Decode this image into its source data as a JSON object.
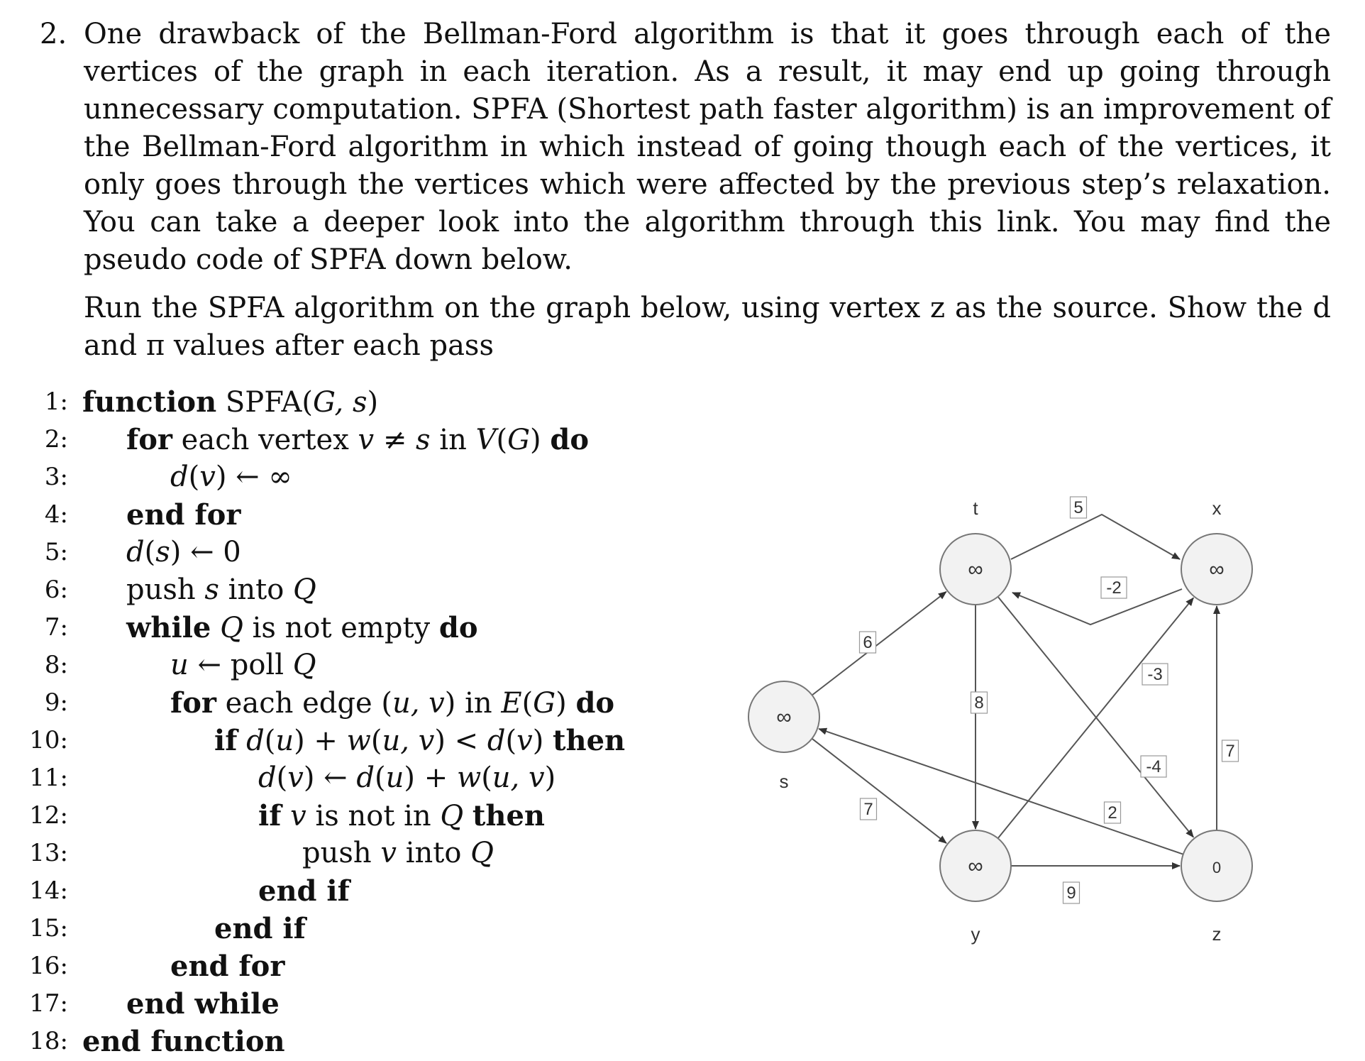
{
  "problem": {
    "number": "2.",
    "paragraph1": "One drawback of the Bellman-Ford algorithm is that it goes through each of the vertices of the graph in each iteration. As a result, it may end up going through unnecessary computation. SPFA (Shortest path faster algorithm) is an improvement of the Bellman-Ford algorithm in which instead of going though each of the vertices, it only goes through the vertices which were affected by the previous step’s relaxation. You can take a deeper look into the algorithm through this link. You may find the pseudo code of SPFA down below.",
    "paragraph2": "Run the SPFA algorithm on the graph below, using vertex z as the source. Show the d and π values after each pass"
  },
  "algorithm": {
    "line_numbers": [
      "1:",
      "2:",
      "3:",
      "4:",
      "5:",
      "6:",
      "7:",
      "8:",
      "9:",
      "10:",
      "11:",
      "12:",
      "13:",
      "14:",
      "15:",
      "16:",
      "17:",
      "18:"
    ],
    "lines": [
      {
        "parts": [
          {
            "t": "function",
            "s": "kw"
          },
          {
            "t": " SPFA(",
            "s": ""
          },
          {
            "t": "G, s",
            "s": "math"
          },
          {
            "t": ")",
            "s": ""
          }
        ]
      },
      {
        "parts": [
          {
            "t": "for",
            "s": "kw"
          },
          {
            "t": " each vertex ",
            "s": ""
          },
          {
            "t": "v ≠ s",
            "s": "math"
          },
          {
            "t": " in ",
            "s": ""
          },
          {
            "t": "V",
            "s": "math"
          },
          {
            "t": "(",
            "s": ""
          },
          {
            "t": "G",
            "s": "math"
          },
          {
            "t": ") ",
            "s": ""
          },
          {
            "t": "do",
            "s": "kw"
          }
        ]
      },
      {
        "parts": [
          {
            "t": "d",
            "s": "math"
          },
          {
            "t": "(",
            "s": ""
          },
          {
            "t": "v",
            "s": "math"
          },
          {
            "t": ") ← ∞",
            "s": ""
          }
        ]
      },
      {
        "parts": [
          {
            "t": "end for",
            "s": "kw"
          }
        ]
      },
      {
        "parts": [
          {
            "t": "d",
            "s": "math"
          },
          {
            "t": "(",
            "s": ""
          },
          {
            "t": "s",
            "s": "math"
          },
          {
            "t": ") ← 0",
            "s": ""
          }
        ]
      },
      {
        "parts": [
          {
            "t": "push ",
            "s": ""
          },
          {
            "t": "s",
            "s": "math"
          },
          {
            "t": " into ",
            "s": ""
          },
          {
            "t": "Q",
            "s": "math"
          }
        ]
      },
      {
        "parts": [
          {
            "t": "while",
            "s": "kw"
          },
          {
            "t": " ",
            "s": ""
          },
          {
            "t": "Q",
            "s": "math"
          },
          {
            "t": " is not empty ",
            "s": ""
          },
          {
            "t": "do",
            "s": "kw"
          }
        ]
      },
      {
        "parts": [
          {
            "t": "u",
            "s": "math"
          },
          {
            "t": " ← poll ",
            "s": ""
          },
          {
            "t": "Q",
            "s": "math"
          }
        ]
      },
      {
        "parts": [
          {
            "t": "for",
            "s": "kw"
          },
          {
            "t": " each edge (",
            "s": ""
          },
          {
            "t": "u, v",
            "s": "math"
          },
          {
            "t": ") in ",
            "s": ""
          },
          {
            "t": "E",
            "s": "math"
          },
          {
            "t": "(",
            "s": ""
          },
          {
            "t": "G",
            "s": "math"
          },
          {
            "t": ") ",
            "s": ""
          },
          {
            "t": "do",
            "s": "kw"
          }
        ]
      },
      {
        "parts": [
          {
            "t": "if",
            "s": "kw"
          },
          {
            "t": " ",
            "s": ""
          },
          {
            "t": "d",
            "s": "math"
          },
          {
            "t": "(",
            "s": ""
          },
          {
            "t": "u",
            "s": "math"
          },
          {
            "t": ") + ",
            "s": ""
          },
          {
            "t": "w",
            "s": "math"
          },
          {
            "t": "(",
            "s": ""
          },
          {
            "t": "u, v",
            "s": "math"
          },
          {
            "t": ") < ",
            "s": ""
          },
          {
            "t": "d",
            "s": "math"
          },
          {
            "t": "(",
            "s": ""
          },
          {
            "t": "v",
            "s": "math"
          },
          {
            "t": ") ",
            "s": ""
          },
          {
            "t": "then",
            "s": "kw"
          }
        ]
      },
      {
        "parts": [
          {
            "t": "d",
            "s": "math"
          },
          {
            "t": "(",
            "s": ""
          },
          {
            "t": "v",
            "s": "math"
          },
          {
            "t": ") ← ",
            "s": ""
          },
          {
            "t": "d",
            "s": "math"
          },
          {
            "t": "(",
            "s": ""
          },
          {
            "t": "u",
            "s": "math"
          },
          {
            "t": ") + ",
            "s": ""
          },
          {
            "t": "w",
            "s": "math"
          },
          {
            "t": "(",
            "s": ""
          },
          {
            "t": "u, v",
            "s": "math"
          },
          {
            "t": ")",
            "s": ""
          }
        ]
      },
      {
        "parts": [
          {
            "t": "if",
            "s": "kw"
          },
          {
            "t": " ",
            "s": ""
          },
          {
            "t": "v",
            "s": "math"
          },
          {
            "t": " is not in ",
            "s": ""
          },
          {
            "t": "Q",
            "s": "math"
          },
          {
            "t": " ",
            "s": ""
          },
          {
            "t": "then",
            "s": "kw"
          }
        ]
      },
      {
        "parts": [
          {
            "t": "push ",
            "s": ""
          },
          {
            "t": "v",
            "s": "math"
          },
          {
            "t": " into ",
            "s": ""
          },
          {
            "t": "Q",
            "s": "math"
          }
        ]
      },
      {
        "parts": [
          {
            "t": "end if",
            "s": "kw"
          }
        ]
      },
      {
        "parts": [
          {
            "t": "end if",
            "s": "kw"
          }
        ]
      },
      {
        "parts": [
          {
            "t": "end for",
            "s": "kw"
          }
        ]
      },
      {
        "parts": [
          {
            "t": "end while",
            "s": "kw"
          }
        ]
      },
      {
        "parts": [
          {
            "t": "end function",
            "s": "kw"
          }
        ]
      }
    ]
  },
  "graph": {
    "nodes": [
      {
        "id": "s",
        "label": "s",
        "value": "∞"
      },
      {
        "id": "t",
        "label": "t",
        "value": "∞"
      },
      {
        "id": "x",
        "label": "x",
        "value": "∞"
      },
      {
        "id": "y",
        "label": "y",
        "value": "∞"
      },
      {
        "id": "z",
        "label": "z",
        "value": "0"
      }
    ],
    "edges": [
      {
        "from": "s",
        "to": "t",
        "weight": "6"
      },
      {
        "from": "s",
        "to": "y",
        "weight": "7"
      },
      {
        "from": "t",
        "to": "x",
        "weight": "5"
      },
      {
        "from": "x",
        "to": "t",
        "weight": "-2"
      },
      {
        "from": "t",
        "to": "y",
        "weight": "8"
      },
      {
        "from": "t",
        "to": "z",
        "weight": "-4"
      },
      {
        "from": "y",
        "to": "x",
        "weight": "-3"
      },
      {
        "from": "y",
        "to": "z",
        "weight": "9"
      },
      {
        "from": "z",
        "to": "x",
        "weight": "7"
      },
      {
        "from": "z",
        "to": "s",
        "weight": "2"
      }
    ]
  }
}
